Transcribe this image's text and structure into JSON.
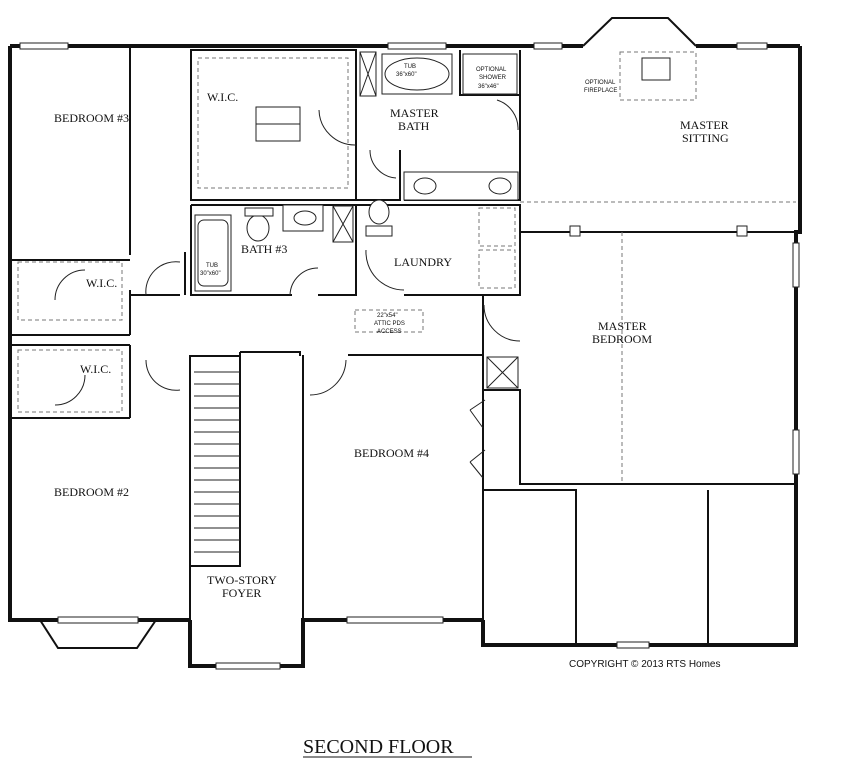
{
  "plan": {
    "title": "SECOND FLOOR",
    "copyright": "COPYRIGHT © 2013 RTS Homes",
    "rooms": {
      "bedroom3": "BEDROOM #3",
      "wic_master": "W.I.C.",
      "master_bath_1": "MASTER",
      "master_bath_2": "BATH",
      "master_sitting_1": "MASTER",
      "master_sitting_2": "SITTING",
      "wic_bed3": "W.I.C.",
      "bath3": "BATH #3",
      "laundry": "LAUNDRY",
      "master_bedroom_1": "MASTER",
      "master_bedroom_2": "BEDROOM",
      "wic_bed2": "W.I.C.",
      "bedroom4": "BEDROOM #4",
      "bedroom2": "BEDROOM #2",
      "foyer_1": "TWO-STORY",
      "foyer_2": "FOYER"
    },
    "fixtures": {
      "tub_master_1": "TUB",
      "tub_master_2": "36\"x60\"",
      "shower_1": "OPTIONAL",
      "shower_2": "SHOWER",
      "shower_3": "36\"x46\"",
      "fireplace_1": "OPTIONAL",
      "fireplace_2": "FIREPLACE",
      "tub_bath3_1": "TUB",
      "tub_bath3_2": "30\"x60\"",
      "attic_1": "22\"x54\"",
      "attic_2": "ATTIC PDS",
      "attic_3": "ACCESS"
    }
  }
}
